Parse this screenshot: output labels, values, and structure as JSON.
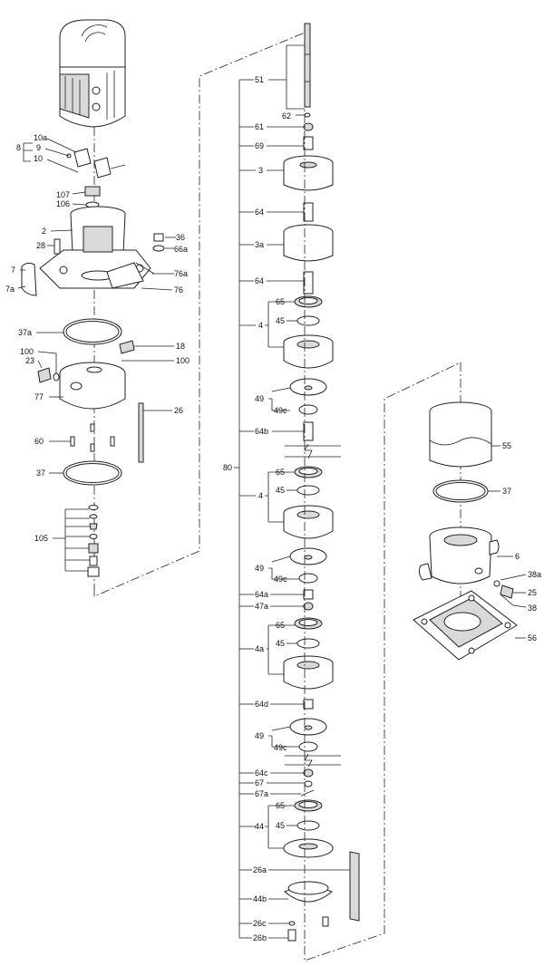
{
  "labels": {
    "l8": "8",
    "l10a": "10a",
    "l9": "9",
    "l10": "10",
    "l107": "107",
    "l106": "106",
    "l2": "2",
    "l28": "28",
    "l36": "36",
    "l66a": "66a",
    "l7": "7",
    "l7a": "7a",
    "l76a": "76a",
    "l76": "76",
    "l37a": "37a",
    "l18": "18",
    "l100a": "100",
    "l23": "23",
    "l100b": "100",
    "l77": "77",
    "l26": "26",
    "l60": "60",
    "l37": "37",
    "l105": "105",
    "l51": "51",
    "l62": "62",
    "l61": "61",
    "l69": "69",
    "l3": "3",
    "l64_1": "64",
    "l3a": "3a",
    "l64_2": "64",
    "l65_1": "65",
    "l45_1": "45",
    "l4_1": "4",
    "l49_1": "49",
    "l49c_1": "49c",
    "l64b": "64b",
    "l80": "80",
    "l65_2": "65",
    "l45_2": "45",
    "l4_2": "4",
    "l49_2": "49",
    "l49c_2": "49c",
    "l64a": "64a",
    "l47a": "47a",
    "l65_3": "65",
    "l45_3": "45",
    "l4a": "4a",
    "l64d": "64d",
    "l49_3": "49",
    "l49c_3": "49c",
    "l64c": "64c",
    "l67": "67",
    "l67a": "67a",
    "l65_4": "65",
    "l45_4": "45",
    "l44": "44",
    "l26a": "26a",
    "l44b": "44b",
    "l26c": "26c",
    "l26b": "26b",
    "l55": "55",
    "l37r": "37",
    "l6": "6",
    "l38a": "38a",
    "l25": "25",
    "l38": "38",
    "l56": "56"
  }
}
